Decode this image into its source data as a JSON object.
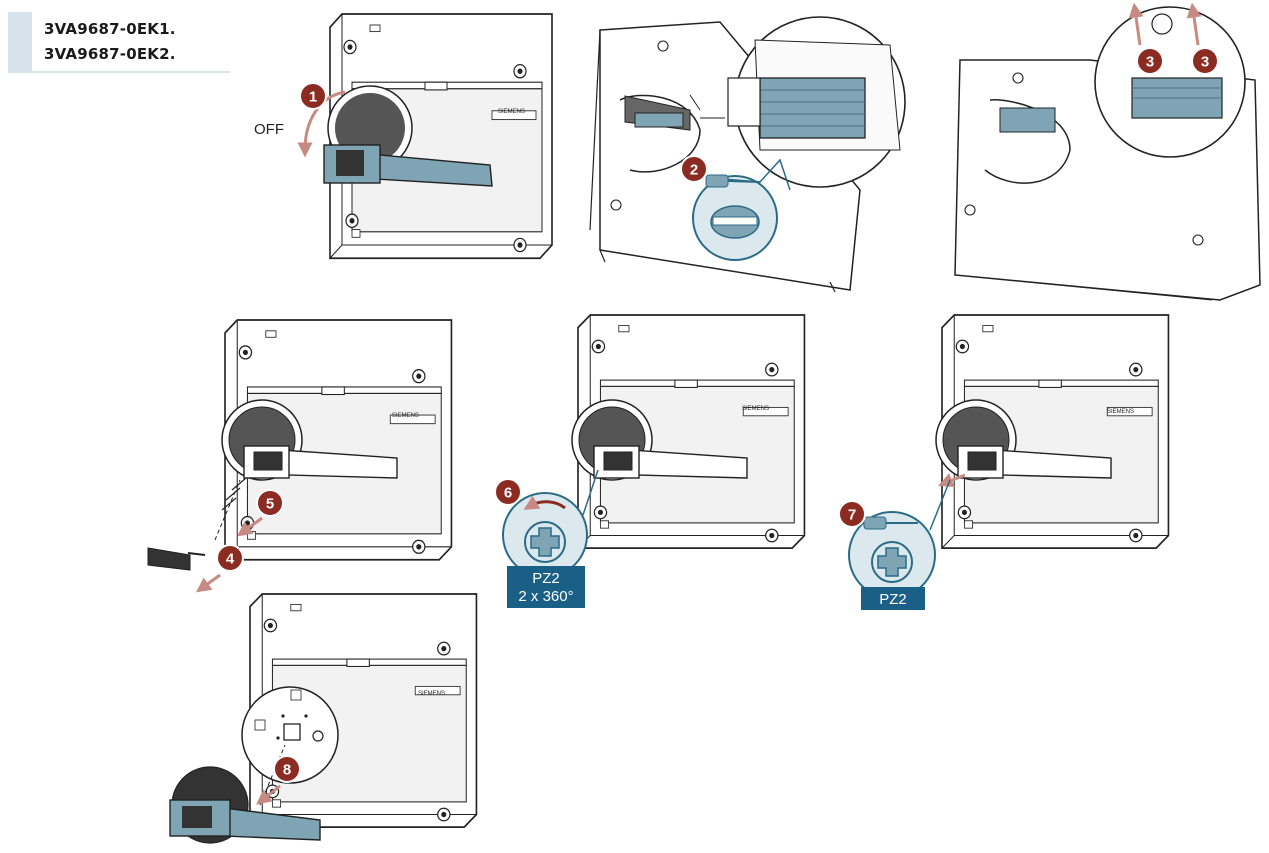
{
  "header": {
    "part_numbers": [
      "3VA9687-0EK1.",
      "3VA9687-0EK2."
    ]
  },
  "labels": {
    "off": "OFF",
    "brand": "SIEMENS",
    "pz2": "PZ2",
    "pz2_rotation": "2 x 360°"
  },
  "steps": [
    "1",
    "2",
    "3",
    "3",
    "4",
    "5",
    "6",
    "7",
    "8"
  ],
  "colors": {
    "handle": "#7fa5b5",
    "callout_fill": "#dbe9ee",
    "step_badge": "#8b2b22",
    "label_box": "#1a5f86",
    "arrow": "#c78a82",
    "outline": "#222222"
  }
}
